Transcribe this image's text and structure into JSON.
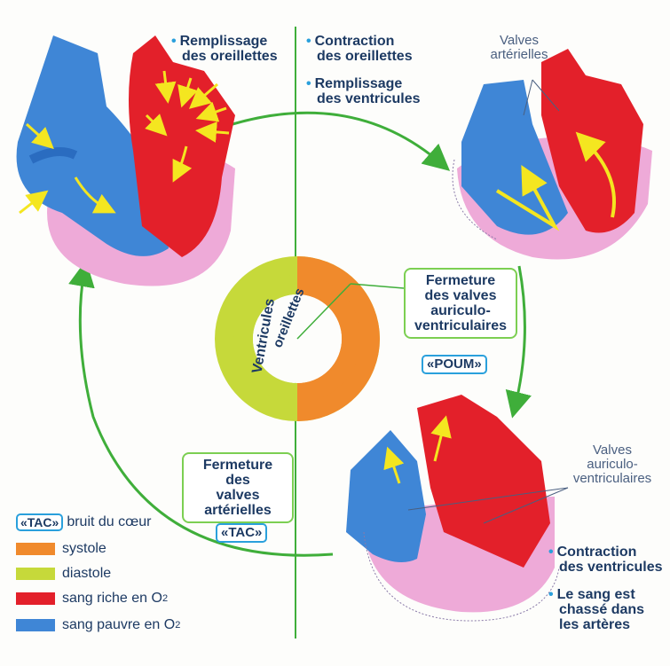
{
  "phases": {
    "top_left": [
      "Remplissage",
      "des oreillettes"
    ],
    "top_right_1": [
      "Contraction",
      "des oreillettes"
    ],
    "top_right_2": [
      "Remplissage",
      "des ventricules"
    ],
    "bottom_right_1": [
      "Contraction",
      "des ventricules"
    ],
    "bottom_right_2": [
      "Le sang est",
      "chassé dans",
      "les artères"
    ]
  },
  "boxes": {
    "av_closure": [
      "Fermeture",
      "des valves",
      "auriculo-",
      "ventriculaires"
    ],
    "art_closure": [
      "Fermeture des",
      "valves",
      "artérielles"
    ]
  },
  "sounds": {
    "poum": "«POUM»",
    "tac": "«TAC»"
  },
  "annotations": {
    "valves_art": [
      "Valves",
      "artérielles"
    ],
    "valves_av": [
      "Valves",
      "auriculo-",
      "ventriculaires"
    ]
  },
  "ring": {
    "ventricules": "Ventricules",
    "oreillettes": "oreillettes"
  },
  "legend": {
    "tac_box": "«TAC»",
    "tac_text": "bruit du cœur",
    "systole": "systole",
    "diastole": "diastole",
    "rich_text": "sang riche en O",
    "poor_text": "sang pauvre en O",
    "subscript": "2"
  },
  "colors": {
    "systole": "#f08a2c",
    "diastole": "#c6d93a",
    "oxygen_rich": "#e3202a",
    "oxygen_poor": "#3f86d6",
    "arrow_green": "#3fae3a",
    "flow_yellow": "#f4e620",
    "pericardium_pink": "#eeaad8"
  }
}
